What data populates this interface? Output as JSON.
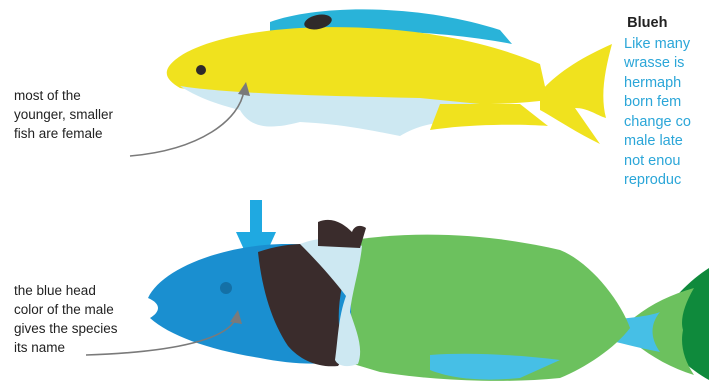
{
  "callouts": {
    "female": [
      "most of the",
      "younger, smaller",
      "fish are female"
    ],
    "male": [
      "the blue head",
      "color of the male",
      "gives the species",
      "its name"
    ]
  },
  "side_panel": {
    "title": "Blueh",
    "lines": [
      "Like many",
      "wrasse is",
      "hermaph",
      "born fem",
      "change co",
      "male late",
      "not enou",
      "reproduc"
    ]
  },
  "icons": {
    "title_marker": "left-triangle-icon",
    "transition": "down-arrow-icon"
  },
  "colors": {
    "female_body": "#f0e21e",
    "female_belly": "#cde8f2",
    "male_head": "#1a8fd0",
    "male_body": "#6cc15e",
    "male_tail": "#0f8a3c",
    "arrow": "#1fa9e1",
    "panel_text": "#2ba6d8"
  }
}
